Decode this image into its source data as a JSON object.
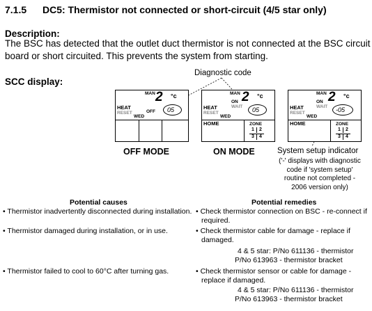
{
  "section": {
    "number": "7.1.5",
    "title": "DC5: Thermistor not connected or short-circuit (4/5 star only)"
  },
  "description": {
    "heading": "Description:",
    "line1": "The BSC has detected that the outlet duct thermistor is not connected at the BSC circuit",
    "line2": "board or short circuited. This prevents the system from starting."
  },
  "scc": {
    "heading": "SCC display:"
  },
  "callouts": {
    "diagnostic_code": "Diagnostic code",
    "system_setup_indicator": "System setup indicator",
    "note_lines": [
      "('-' displays with diagnostic",
      "code if 'system setup'",
      "routine not completed -",
      "2006 version only)"
    ]
  },
  "displays": [
    {
      "mode": "OFF MODE",
      "man": "MAN",
      "number": "2",
      "deg": "°c",
      "code": "05",
      "heat": "HEAT",
      "reset": "RESET",
      "off": "OFF",
      "wed": "WED"
    },
    {
      "mode": "ON MODE",
      "man": "MAN",
      "on": "ON",
      "wait": "WAIT",
      "number": "2",
      "deg": "°c",
      "code": "05",
      "heat": "HEAT",
      "reset": "RESET",
      "wed": "WED",
      "home": "HOME",
      "zone": "ZONE",
      "zones": [
        "1",
        "2",
        "3",
        "4"
      ]
    },
    {
      "mode": "",
      "man": "MAN",
      "on": "ON",
      "wait": "WAIT",
      "number": "2",
      "deg": "°c",
      "code": "-05",
      "heat": "HEAT",
      "reset": "RESET",
      "wed": "WED",
      "home": "HOME",
      "zone": "ZONE",
      "zones": [
        "1",
        "2",
        "3",
        "4"
      ]
    }
  ],
  "table": {
    "headers": {
      "causes": "Potential causes",
      "remedies": "Potential remedies"
    },
    "causes": [
      "• Thermistor inadvertently disconnected during installation.",
      "• Thermistor damaged during installation, or in use.",
      "• Thermistor failed to cool to 60°C after turning gas."
    ],
    "remedies": [
      {
        "lines": [
          "• Check thermistor connection on BSC - re-connect if",
          "required."
        ],
        "parts": []
      },
      {
        "lines": [
          "• Check thermistor cable for damage - replace if",
          "damaged."
        ],
        "parts": [
          "4 & 5 star: P/No 611136 - thermistor",
          "P/No 613963 - thermistor bracket"
        ]
      },
      {
        "lines": [
          "• Check thermistor sensor or cable for damage -",
          "replace if damaged."
        ],
        "parts": [
          "4 & 5 star: P/No 611136 - thermistor",
          "P/No 613963 - thermistor bracket"
        ]
      }
    ]
  }
}
